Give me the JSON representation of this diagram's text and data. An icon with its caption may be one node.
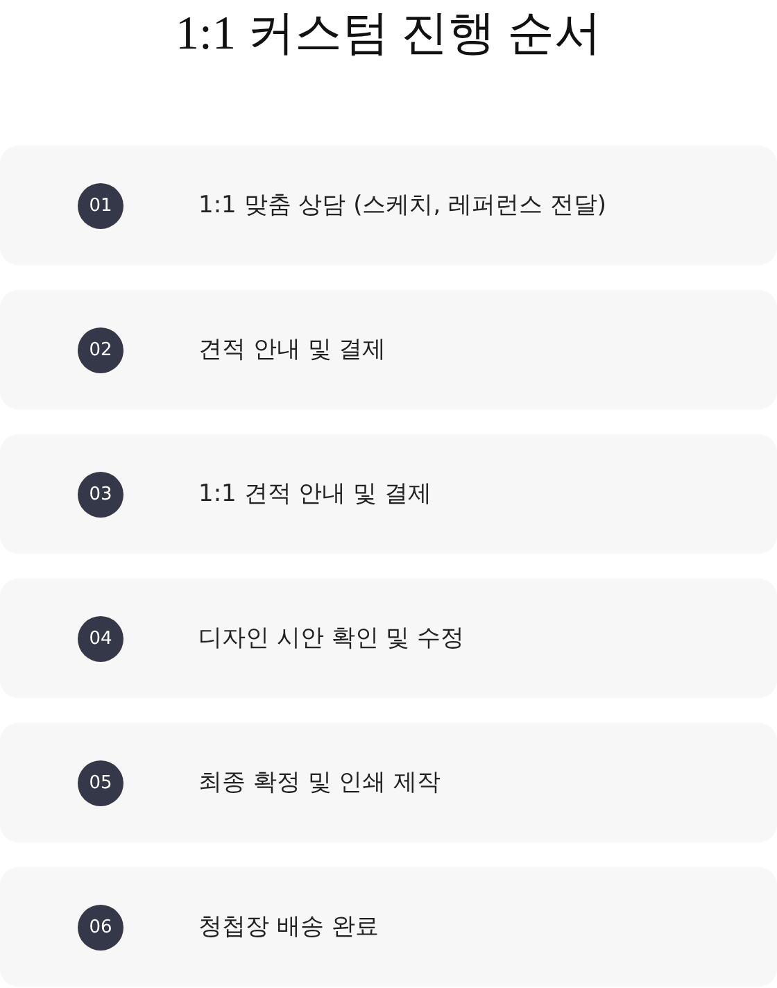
{
  "diagram": {
    "title": "1:1 커스텀 진행 순서",
    "nodes": [
      {
        "text": [
          "1:1 맞춤 상담 (스케치, 레퍼런스 전달)"
        ]
      },
      {
        "text": [
          "01"
        ],
        "in": 0
      },
      {
        "text": [
          "견적 안내 및 결제"
        ]
      },
      {
        "text": [
          "02"
        ],
        "in": 2
      },
      {
        "text": [
          "1:1 견적 안내 및 결제"
        ]
      },
      {
        "text": [
          "03"
        ],
        "in": 4
      },
      {
        "text": [
          "디자인 시안 확인 및 수정"
        ]
      },
      {
        "text": [
          "04"
        ],
        "in": 6
      },
      {
        "text": [
          "최종 확정 및 인쇄 제작"
        ]
      },
      {
        "text": [
          "05"
        ],
        "in": 8
      },
      {
        "text": [
          "청첩장 배송 완료"
        ]
      },
      {
        "text": [
          "06"
        ],
        "in": 10
      }
    ]
  }
}
